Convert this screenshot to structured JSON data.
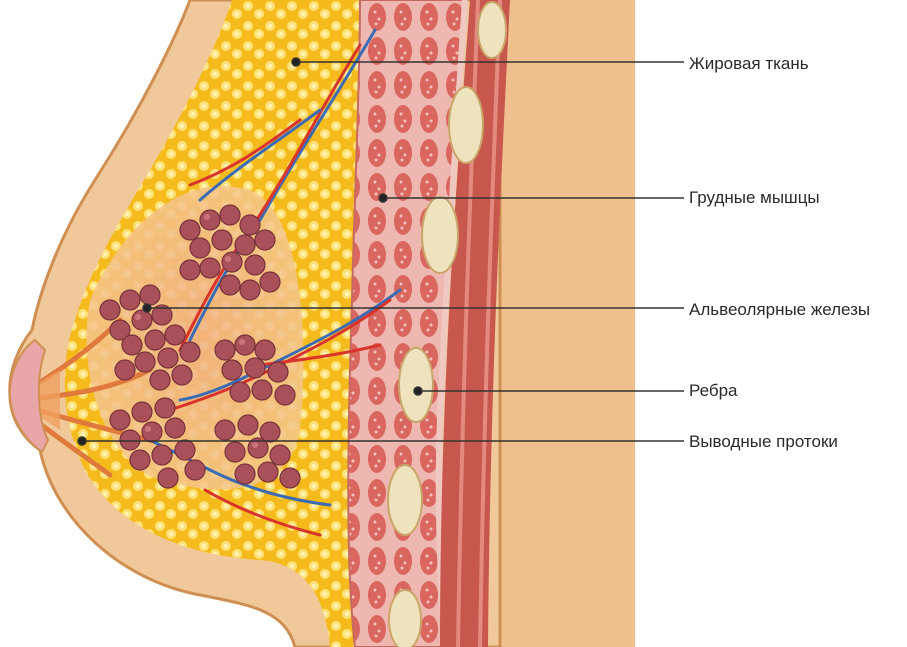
{
  "labels": {
    "fat_tissue": "Жировая ткань",
    "chest_muscles": "Грудные мышцы",
    "alveolar_glands": "Альвеолярные железы",
    "ribs": "Ребра",
    "ducts": "Выводные протоки"
  },
  "colors": {
    "skin": "#f1c89a",
    "skin_outline": "#cf8f52",
    "fat": "#f7c52a",
    "fat_globule": "#ffe27a",
    "muscle": "#e9aaa4",
    "muscle_fiber": "#d9675f",
    "rib": "#efe3bd",
    "gland_lobule": "#a9515a",
    "artery": "#d9342b",
    "vein": "#3b6cb3",
    "leader_line": "#333333"
  }
}
